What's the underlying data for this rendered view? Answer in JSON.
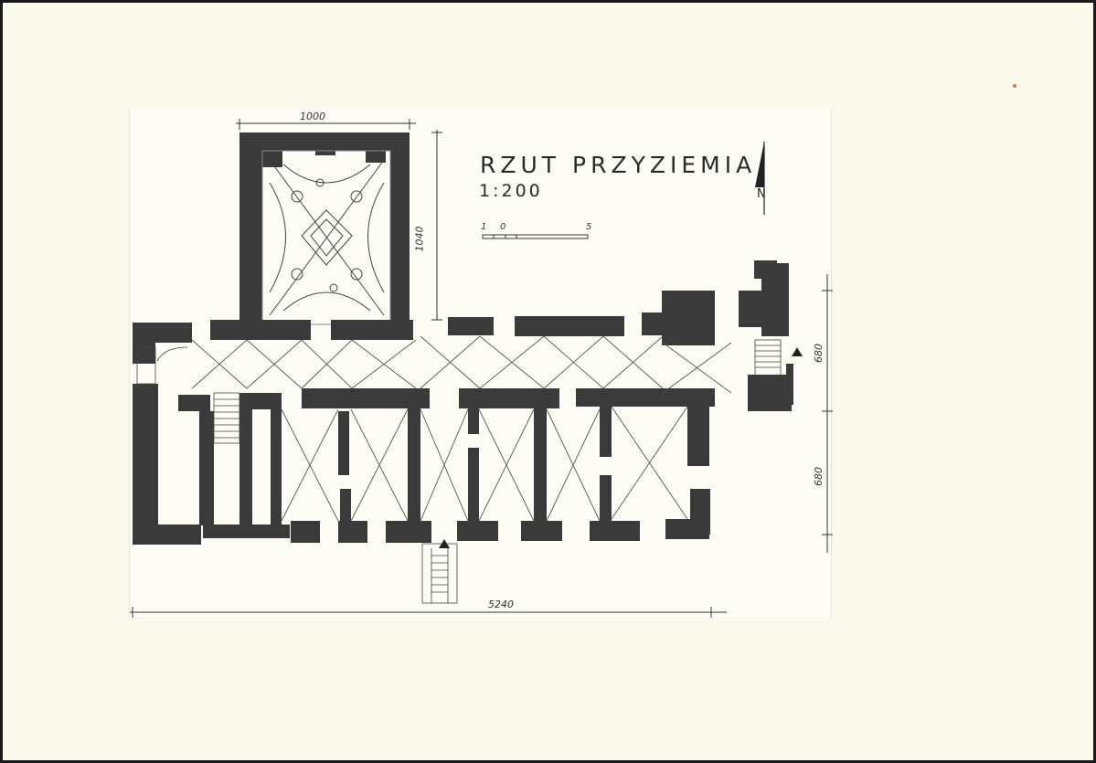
{
  "drawing": {
    "title": "RZUT PRZYZIEMIA",
    "scale": "1:200",
    "north_label": "N",
    "scale_bar_labels": [
      "1",
      "0",
      "5"
    ],
    "dimensions": {
      "tower_width": "1000",
      "tower_depth": "1040",
      "total_length": "5240",
      "right_upper": "680",
      "right_lower": "680"
    }
  },
  "colors": {
    "paper": "#fbf9ec",
    "wall": "#3a3a3a",
    "line": "#333333",
    "accent": "#c8834a"
  }
}
